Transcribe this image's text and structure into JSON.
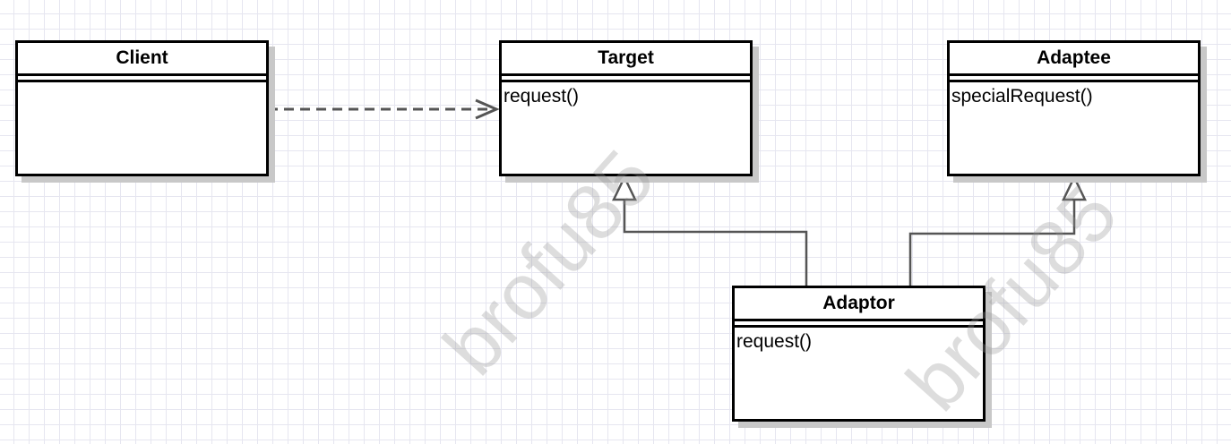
{
  "diagram": {
    "classes": {
      "client": {
        "name": "Client",
        "operations": []
      },
      "target": {
        "name": "Target",
        "operations": [
          "request()"
        ]
      },
      "adaptee": {
        "name": "Adaptee",
        "operations": [
          "specialRequest()"
        ]
      },
      "adaptor": {
        "name": "Adaptor",
        "operations": [
          "request()"
        ]
      }
    },
    "relations": [
      {
        "type": "dependency",
        "from": "Client",
        "to": "Target"
      },
      {
        "type": "generalization",
        "from": "Adaptor",
        "to": "Target"
      },
      {
        "type": "generalization",
        "from": "Adaptor",
        "to": "Adaptee"
      }
    ],
    "watermark": "brofu85",
    "colors": {
      "grid": "#e6e6f0",
      "border": "#000000",
      "shadow": "#c8c8c8",
      "connector": "#555555"
    }
  }
}
